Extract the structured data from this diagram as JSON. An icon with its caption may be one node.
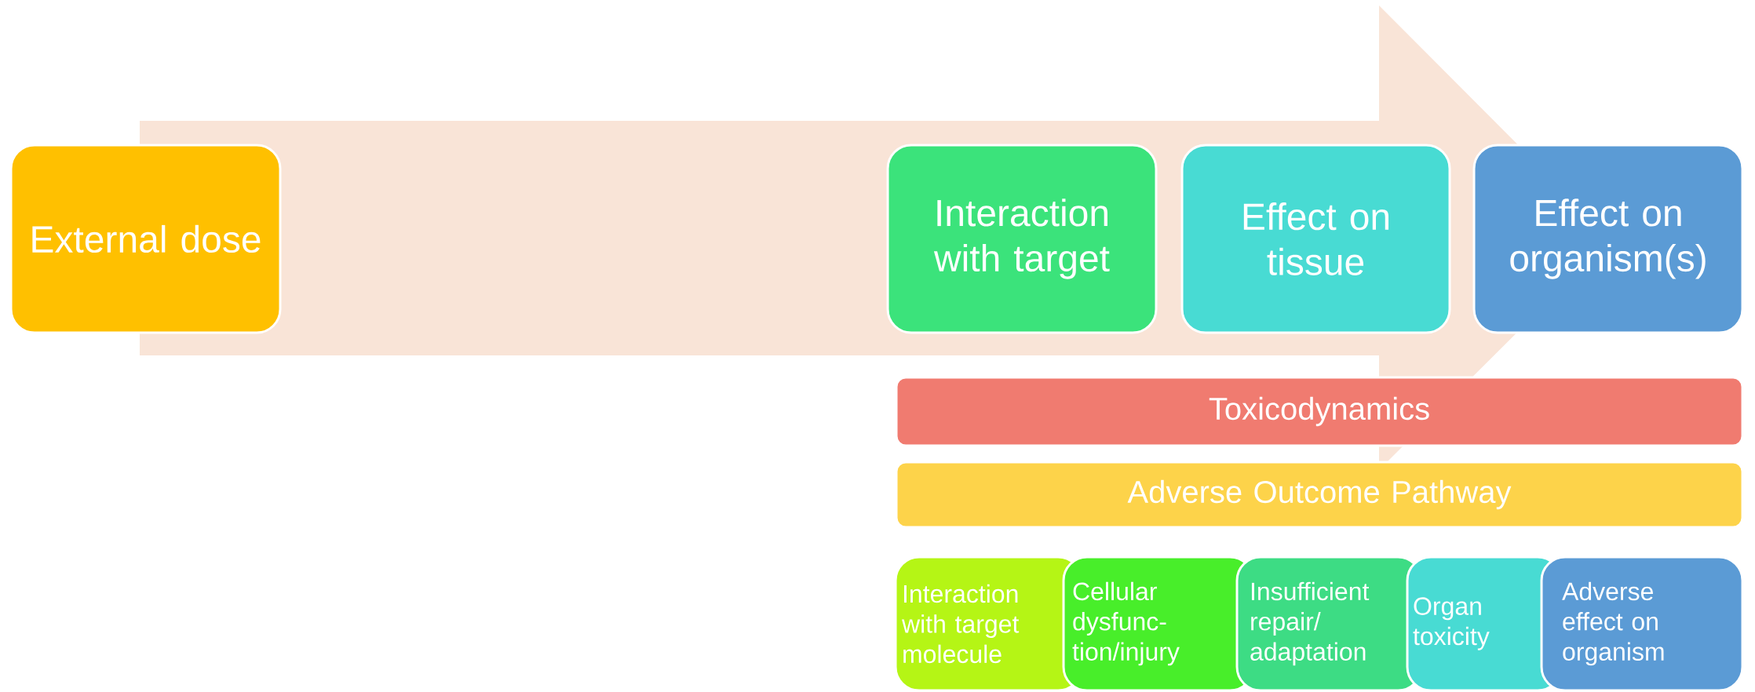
{
  "diagram": {
    "nodes": [
      {
        "text": [
          "External dose"
        ]
      },
      {
        "text": [
          "Interaction with target"
        ]
      },
      {
        "text": [
          "Effect on tissue"
        ]
      },
      {
        "text": [
          "Effect on organism(s)"
        ]
      },
      {
        "text": [
          "Toxicodynamics"
        ]
      },
      {
        "text": [
          "Adverse Outcome Pathway"
        ]
      },
      {
        "text": [
          "Interaction with target molecule"
        ]
      },
      {
        "text": [
          "Cellular dysfunc-tion/injury"
        ]
      },
      {
        "text": [
          "Insufficient repair/ adaptation"
        ]
      },
      {
        "text": [
          "Organ toxicity"
        ]
      },
      {
        "text": [
          "Adverse effect on organism"
        ]
      }
    ]
  }
}
